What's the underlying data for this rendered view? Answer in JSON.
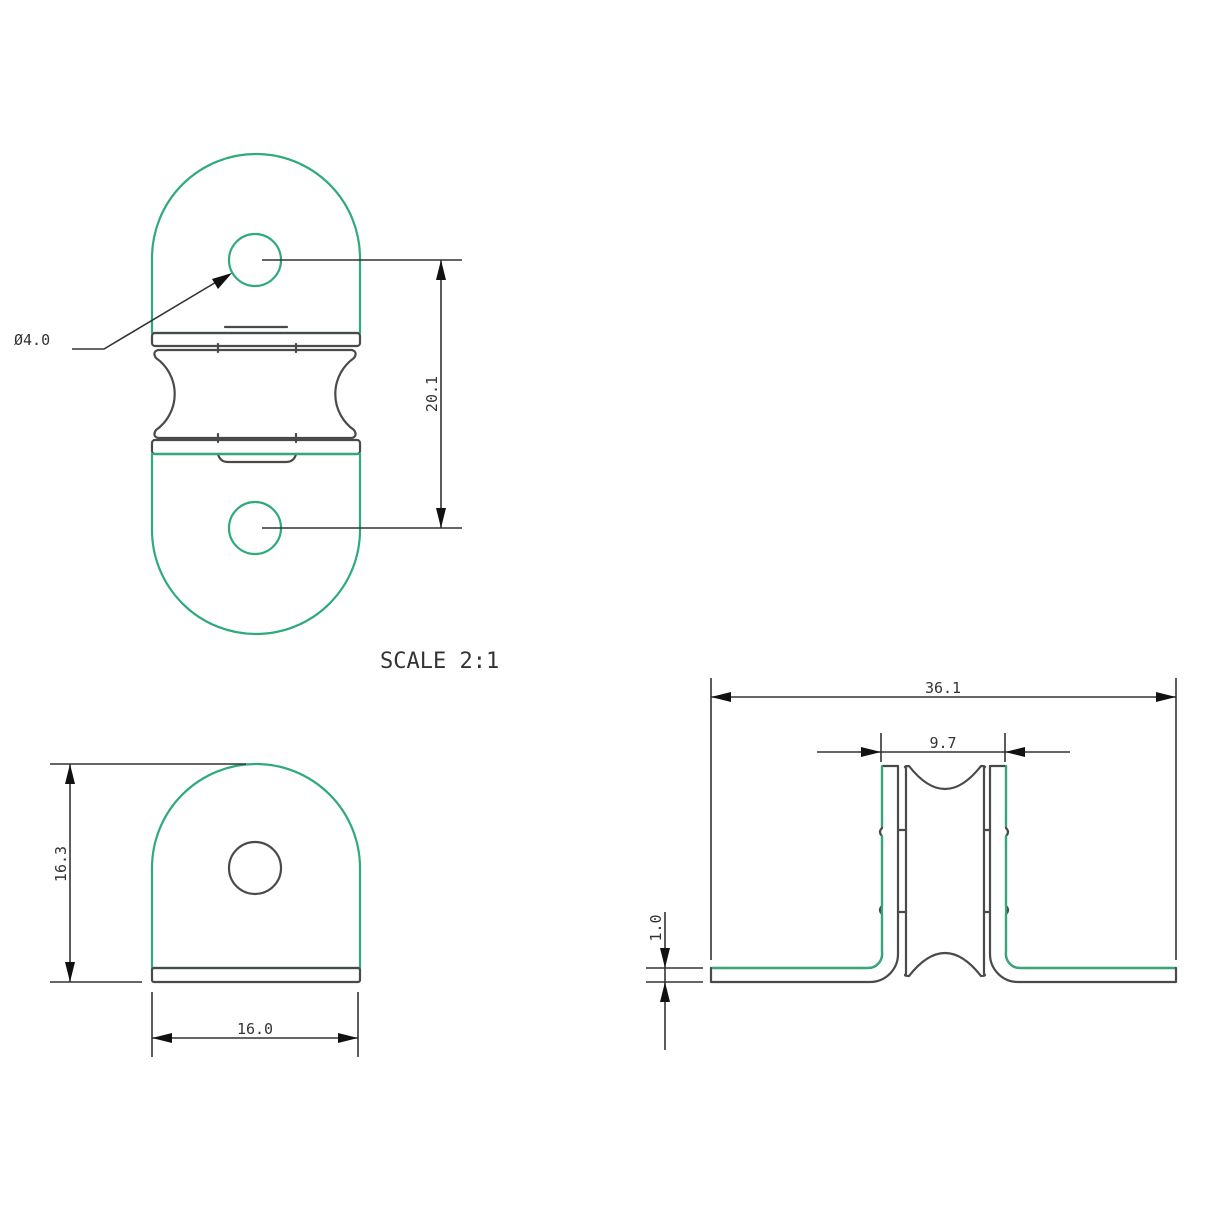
{
  "drawing": {
    "scale_note": "SCALE  2:1",
    "colors": {
      "outline_visible": "#2faa7a",
      "outline_hidden": "#4a4a4a",
      "dimension": "#333333",
      "background": "#ffffff"
    },
    "views": {
      "top_view": {
        "hole_diameter_label": "Ø4.0",
        "hole_spacing_label": "20.1"
      },
      "front_view": {
        "height_label": "16.3",
        "width_label": "16.0"
      },
      "side_view": {
        "overall_width_label": "36.1",
        "inner_width_label": "9.7",
        "thickness_label": "1.0"
      }
    }
  }
}
